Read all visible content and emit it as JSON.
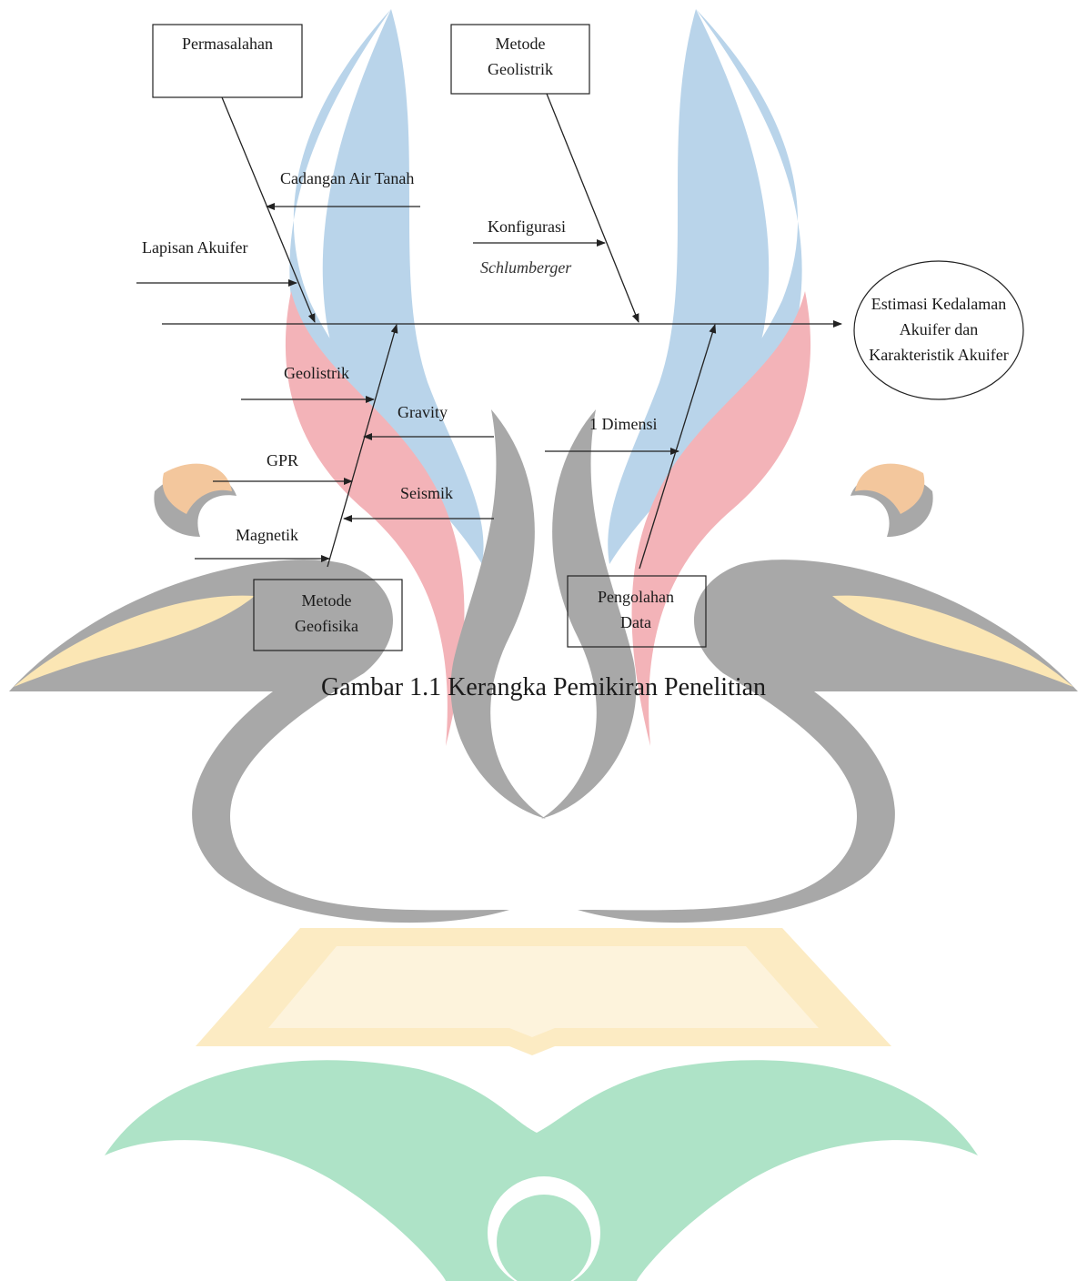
{
  "boxes": {
    "permasalahan": [
      "Permasalahan"
    ],
    "metode_geolistrik": [
      "Metode",
      "Geolistrik"
    ],
    "metode_geofisika": [
      "Metode",
      "Geofisika"
    ],
    "pengolahan_data": [
      "Pengolahan",
      "Data"
    ],
    "hasil": [
      "Estimasi Kedalaman",
      "Akuifer dan",
      "Karakteristik Akuifer"
    ]
  },
  "causes": {
    "cadangan": "Cadangan Air Tanah",
    "lapisan": "Lapisan Akuifer",
    "konfigurasi": "Konfigurasi",
    "schlumberger": "Schlumberger",
    "geolistrik": "Geolistrik",
    "gravity": "Gravity",
    "gpr": "GPR",
    "seismik": "Seismik",
    "magnetik": "Magnetik",
    "dimensi": "1 Dimensi"
  },
  "caption": "Gambar 1.1 Kerangka Pemikiran Penelitian",
  "colors": {
    "flame_blue": "#b9d4ea",
    "flame_red": "#f3b3b8",
    "wing_gray": "#a8a8a8",
    "beak_yellow": "#fbe6b4",
    "beak_orange": "#f3c79d",
    "book_yellow": "#fcebc3",
    "base_green": "#aee3c7",
    "ink": "#222222"
  }
}
